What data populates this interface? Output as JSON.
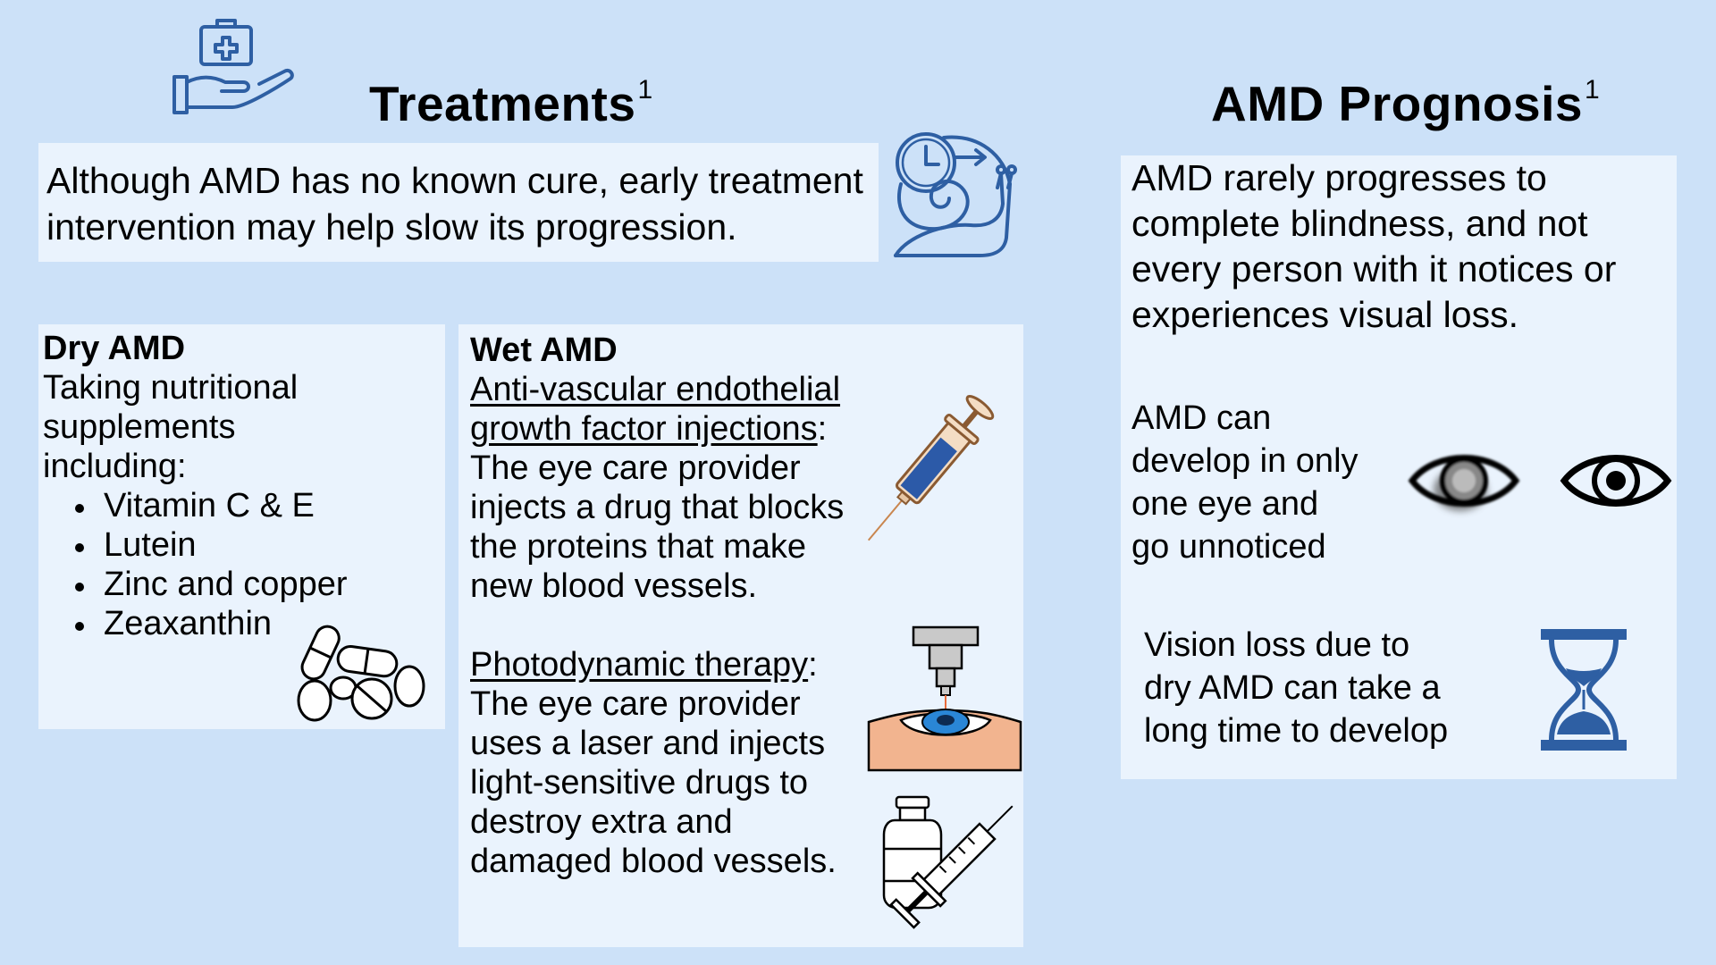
{
  "treatments": {
    "title": "Treatments",
    "title_ref": "1",
    "intro": [
      "Although AMD has no known cure, early treatment",
      "intervention may help slow its progression."
    ]
  },
  "dry_amd": {
    "heading": "Dry AMD",
    "lines": [
      "Taking nutritional",
      "supplements",
      "including:"
    ],
    "items": [
      "Vitamin C & E",
      "Lutein",
      "Zinc and copper",
      "Zeaxanthin"
    ]
  },
  "wet_amd": {
    "heading": "Wet AMD",
    "anti_vegf": {
      "title_lines": [
        "Anti-vascular endothelial",
        "growth factor injections"
      ],
      "colon": ":",
      "lines": [
        "The eye care provider",
        "injects a drug that blocks",
        "the proteins that make",
        "new blood vessels."
      ]
    },
    "photodynamic": {
      "title": "Photodynamic therapy",
      "colon": ":",
      "lines": [
        "The eye care provider",
        "uses a laser and injects",
        "light-sensitive drugs to",
        "destroy extra and",
        "damaged blood vessels."
      ]
    }
  },
  "prognosis": {
    "title": "AMD Prognosis",
    "title_ref": "1",
    "intro": [
      "AMD rarely progresses to",
      "complete blindness, and not",
      "every person with it notices or",
      "experiences visual loss."
    ],
    "one_eye": [
      "AMD can",
      "develop in only",
      "one eye and",
      "go unnoticed"
    ],
    "slow": [
      "Vision loss due to",
      "dry AMD can take a",
      "long time to develop"
    ]
  },
  "colors": {
    "background": "#cce1f8",
    "panel": "#eaf3fd",
    "icon_blue": "#2e5fa3",
    "syringe_blue": "#2c5aa8",
    "skin": "#f2b48f",
    "hourglass": "#2e5fa3"
  },
  "icons": [
    "hand-medical-kit-icon",
    "clock-snail-icon",
    "pills-icon",
    "syringe-icon",
    "laser-eye-icon",
    "vial-syringe-icon",
    "blurred-eye-icon",
    "eye-icon",
    "hourglass-icon"
  ]
}
